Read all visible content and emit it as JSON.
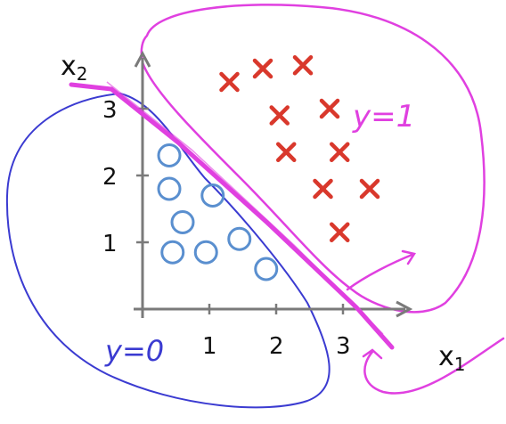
{
  "labels": {
    "x2": "x",
    "x2_sub": "2",
    "x1": "x",
    "x1_sub": "1",
    "y1": "y=1",
    "y0": "y=0"
  },
  "ticks": {
    "x": [
      "1",
      "2",
      "3"
    ],
    "y": [
      "1",
      "2",
      "3"
    ]
  },
  "points": {
    "circles": [
      {
        "x": 0.4,
        "y": 2.3
      },
      {
        "x": 0.4,
        "y": 1.8
      },
      {
        "x": 1.05,
        "y": 1.7
      },
      {
        "x": 0.6,
        "y": 1.3
      },
      {
        "x": 1.45,
        "y": 1.05
      },
      {
        "x": 0.45,
        "y": 0.85
      },
      {
        "x": 0.95,
        "y": 0.85
      },
      {
        "x": 1.85,
        "y": 0.6
      }
    ],
    "crosses": [
      {
        "x": 1.3,
        "y": 3.4
      },
      {
        "x": 1.8,
        "y": 3.6
      },
      {
        "x": 2.4,
        "y": 3.65
      },
      {
        "x": 2.05,
        "y": 2.9
      },
      {
        "x": 2.8,
        "y": 3.0
      },
      {
        "x": 2.15,
        "y": 2.35
      },
      {
        "x": 2.95,
        "y": 2.35
      },
      {
        "x": 2.7,
        "y": 1.8
      },
      {
        "x": 3.4,
        "y": 1.8
      },
      {
        "x": 2.95,
        "y": 1.15
      }
    ]
  },
  "colors": {
    "axis": "#7a7a7a",
    "circle": "#5a8fcf",
    "cross": "#d9382c",
    "magenta": "#e040e0",
    "blue": "#3b3bd1",
    "ink": "#111111"
  }
}
